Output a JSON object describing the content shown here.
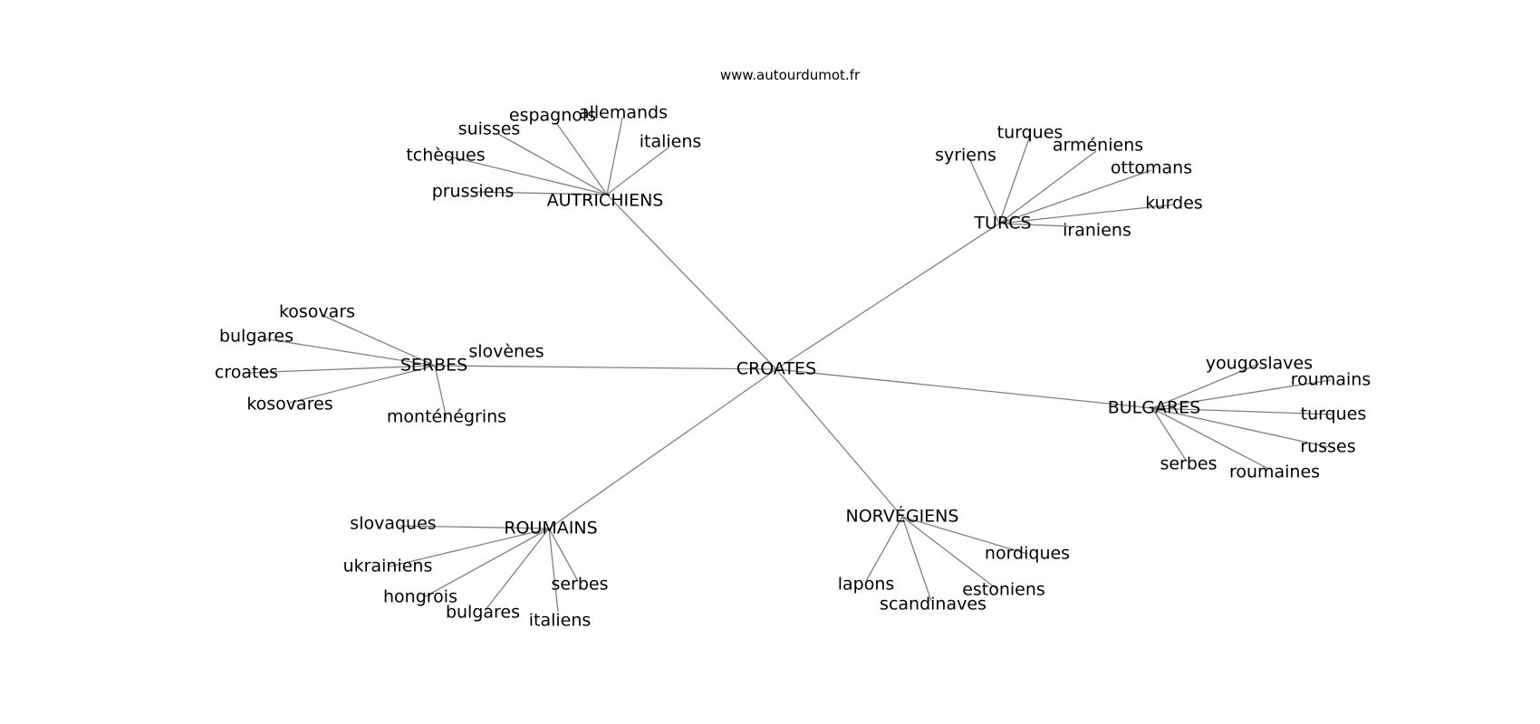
{
  "credit": "www.autourdumot.fr",
  "center": "CROATES",
  "clusters": [
    {
      "hub": "AUTRICHIENS",
      "leaves": [
        "allemands",
        "espagnols",
        "suisses",
        "tchèques",
        "prussiens",
        "italiens"
      ]
    },
    {
      "hub": "TURCS",
      "leaves": [
        "turques",
        "syriens",
        "arméniens",
        "ottomans",
        "kurdes",
        "iraniens"
      ]
    },
    {
      "hub": "SERBES",
      "leaves": [
        "kosovars",
        "bulgares",
        "croates",
        "kosovares",
        "monténégrins",
        "slovènes"
      ]
    },
    {
      "hub": "BULGARES",
      "leaves": [
        "yougoslaves",
        "roumains",
        "turques",
        "russes",
        "roumaines",
        "serbes"
      ]
    },
    {
      "hub": "ROUMAINS",
      "leaves": [
        "slovaques",
        "ukrainiens",
        "hongrois",
        "bulgares",
        "italiens",
        "serbes"
      ]
    },
    {
      "hub": "NORVÉGIENS",
      "leaves": [
        "nordiques",
        "estoniens",
        "scandinaves",
        "lapons"
      ]
    }
  ]
}
